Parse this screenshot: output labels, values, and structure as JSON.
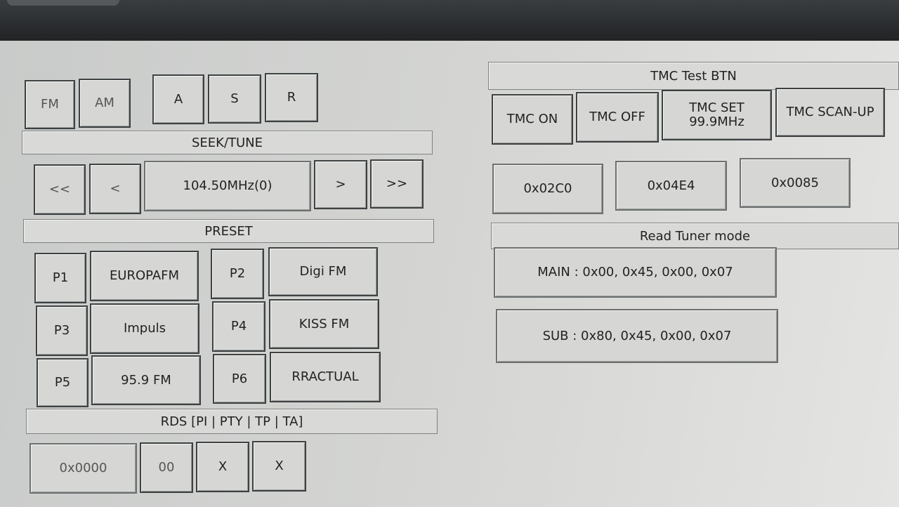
{
  "band": {
    "fm": "FM",
    "am": "AM"
  },
  "modes": {
    "a": "A",
    "s": "S",
    "r": "R"
  },
  "seek": {
    "title": "SEEK/TUNE",
    "fast_back": "<<",
    "back": "<",
    "frequency": "104.50MHz(0)",
    "forward": ">",
    "fast_forward": ">>"
  },
  "preset": {
    "title": "PRESET",
    "items": [
      {
        "id": "P1",
        "name": "EUROPAFM"
      },
      {
        "id": "P2",
        "name": "Digi FM"
      },
      {
        "id": "P3",
        "name": "Impuls"
      },
      {
        "id": "P4",
        "name": "KISS FM"
      },
      {
        "id": "P5",
        "name": "95.9 FM"
      },
      {
        "id": "P6",
        "name": "RRACTUAL"
      }
    ]
  },
  "rds": {
    "title": "RDS [PI | PTY | TP | TA]",
    "pi": "0x0000",
    "pty": "00",
    "tp": "X",
    "ta": "X"
  },
  "tmc": {
    "title": "TMC Test BTN",
    "on": "TMC ON",
    "off": "TMC OFF",
    "set": "TMC SET\n99.9MHz",
    "scan": "TMC SCAN-UP",
    "hex": [
      "0x02C0",
      "0x04E4",
      "0x0085"
    ]
  },
  "tuner": {
    "title": "Read Tuner mode",
    "main": "MAIN : 0x00, 0x45, 0x00, 0x07",
    "sub": "SUB : 0x80, 0x45, 0x00, 0x07"
  }
}
